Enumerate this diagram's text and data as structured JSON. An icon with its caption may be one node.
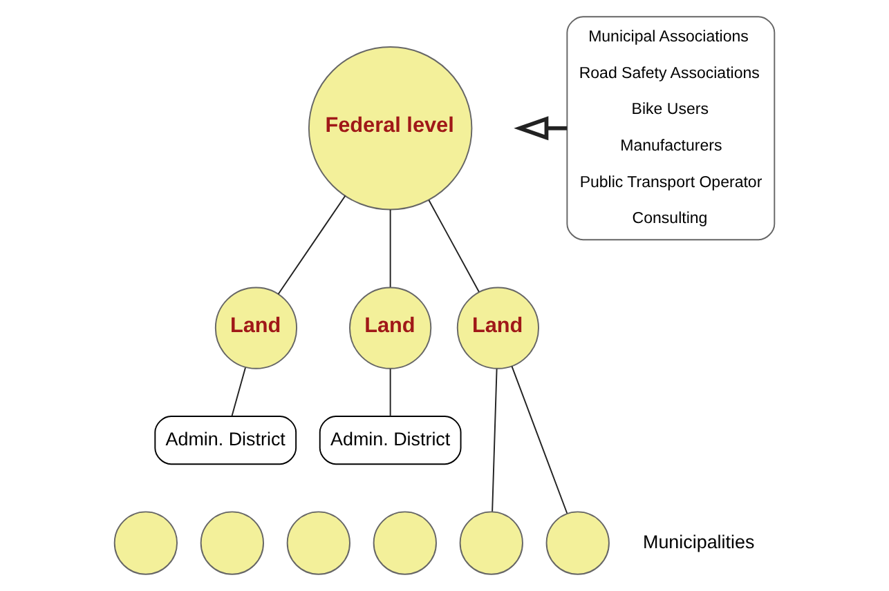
{
  "diagram": {
    "nodes": [
      {
        "text": [
          "Federal level"
        ]
      },
      {
        "text": [
          "Land"
        ]
      },
      {
        "text": [
          "Land"
        ]
      },
      {
        "text": [
          "Land"
        ]
      },
      {
        "text": [
          "Admin. District"
        ]
      },
      {
        "text": [
          "Admin. District"
        ]
      },
      {
        "text": [],
        "shape": "circle"
      },
      {
        "text": [],
        "shape": "circle"
      },
      {
        "text": [],
        "shape": "circle"
      },
      {
        "text": [],
        "shape": "circle"
      },
      {
        "text": [],
        "shape": "circle"
      },
      {
        "text": [],
        "shape": "circle"
      },
      {
        "text": [
          "Municipal Associations",
          "Road Safety Associations",
          "Bike Users",
          "Manufacturers",
          "Public Transport Operator",
          "Consulting"
        ]
      }
    ],
    "edges": [
      {
        "from": 0,
        "to": 1,
        "arrow": "none"
      },
      {
        "from": 0,
        "to": 2,
        "arrow": "none"
      },
      {
        "from": 0,
        "to": 3,
        "arrow": "none"
      },
      {
        "from": 1,
        "to": 4,
        "arrow": "none"
      },
      {
        "from": 2,
        "to": 5,
        "arrow": "none"
      },
      {
        "from": 3,
        "to": 10,
        "arrow": "none"
      },
      {
        "from": 3,
        "to": 11,
        "arrow": "none"
      },
      {
        "from": 12,
        "to": null,
        "arrow": "to",
        "style": "thick"
      }
    ],
    "labels": [
      "Municipalities"
    ]
  }
}
